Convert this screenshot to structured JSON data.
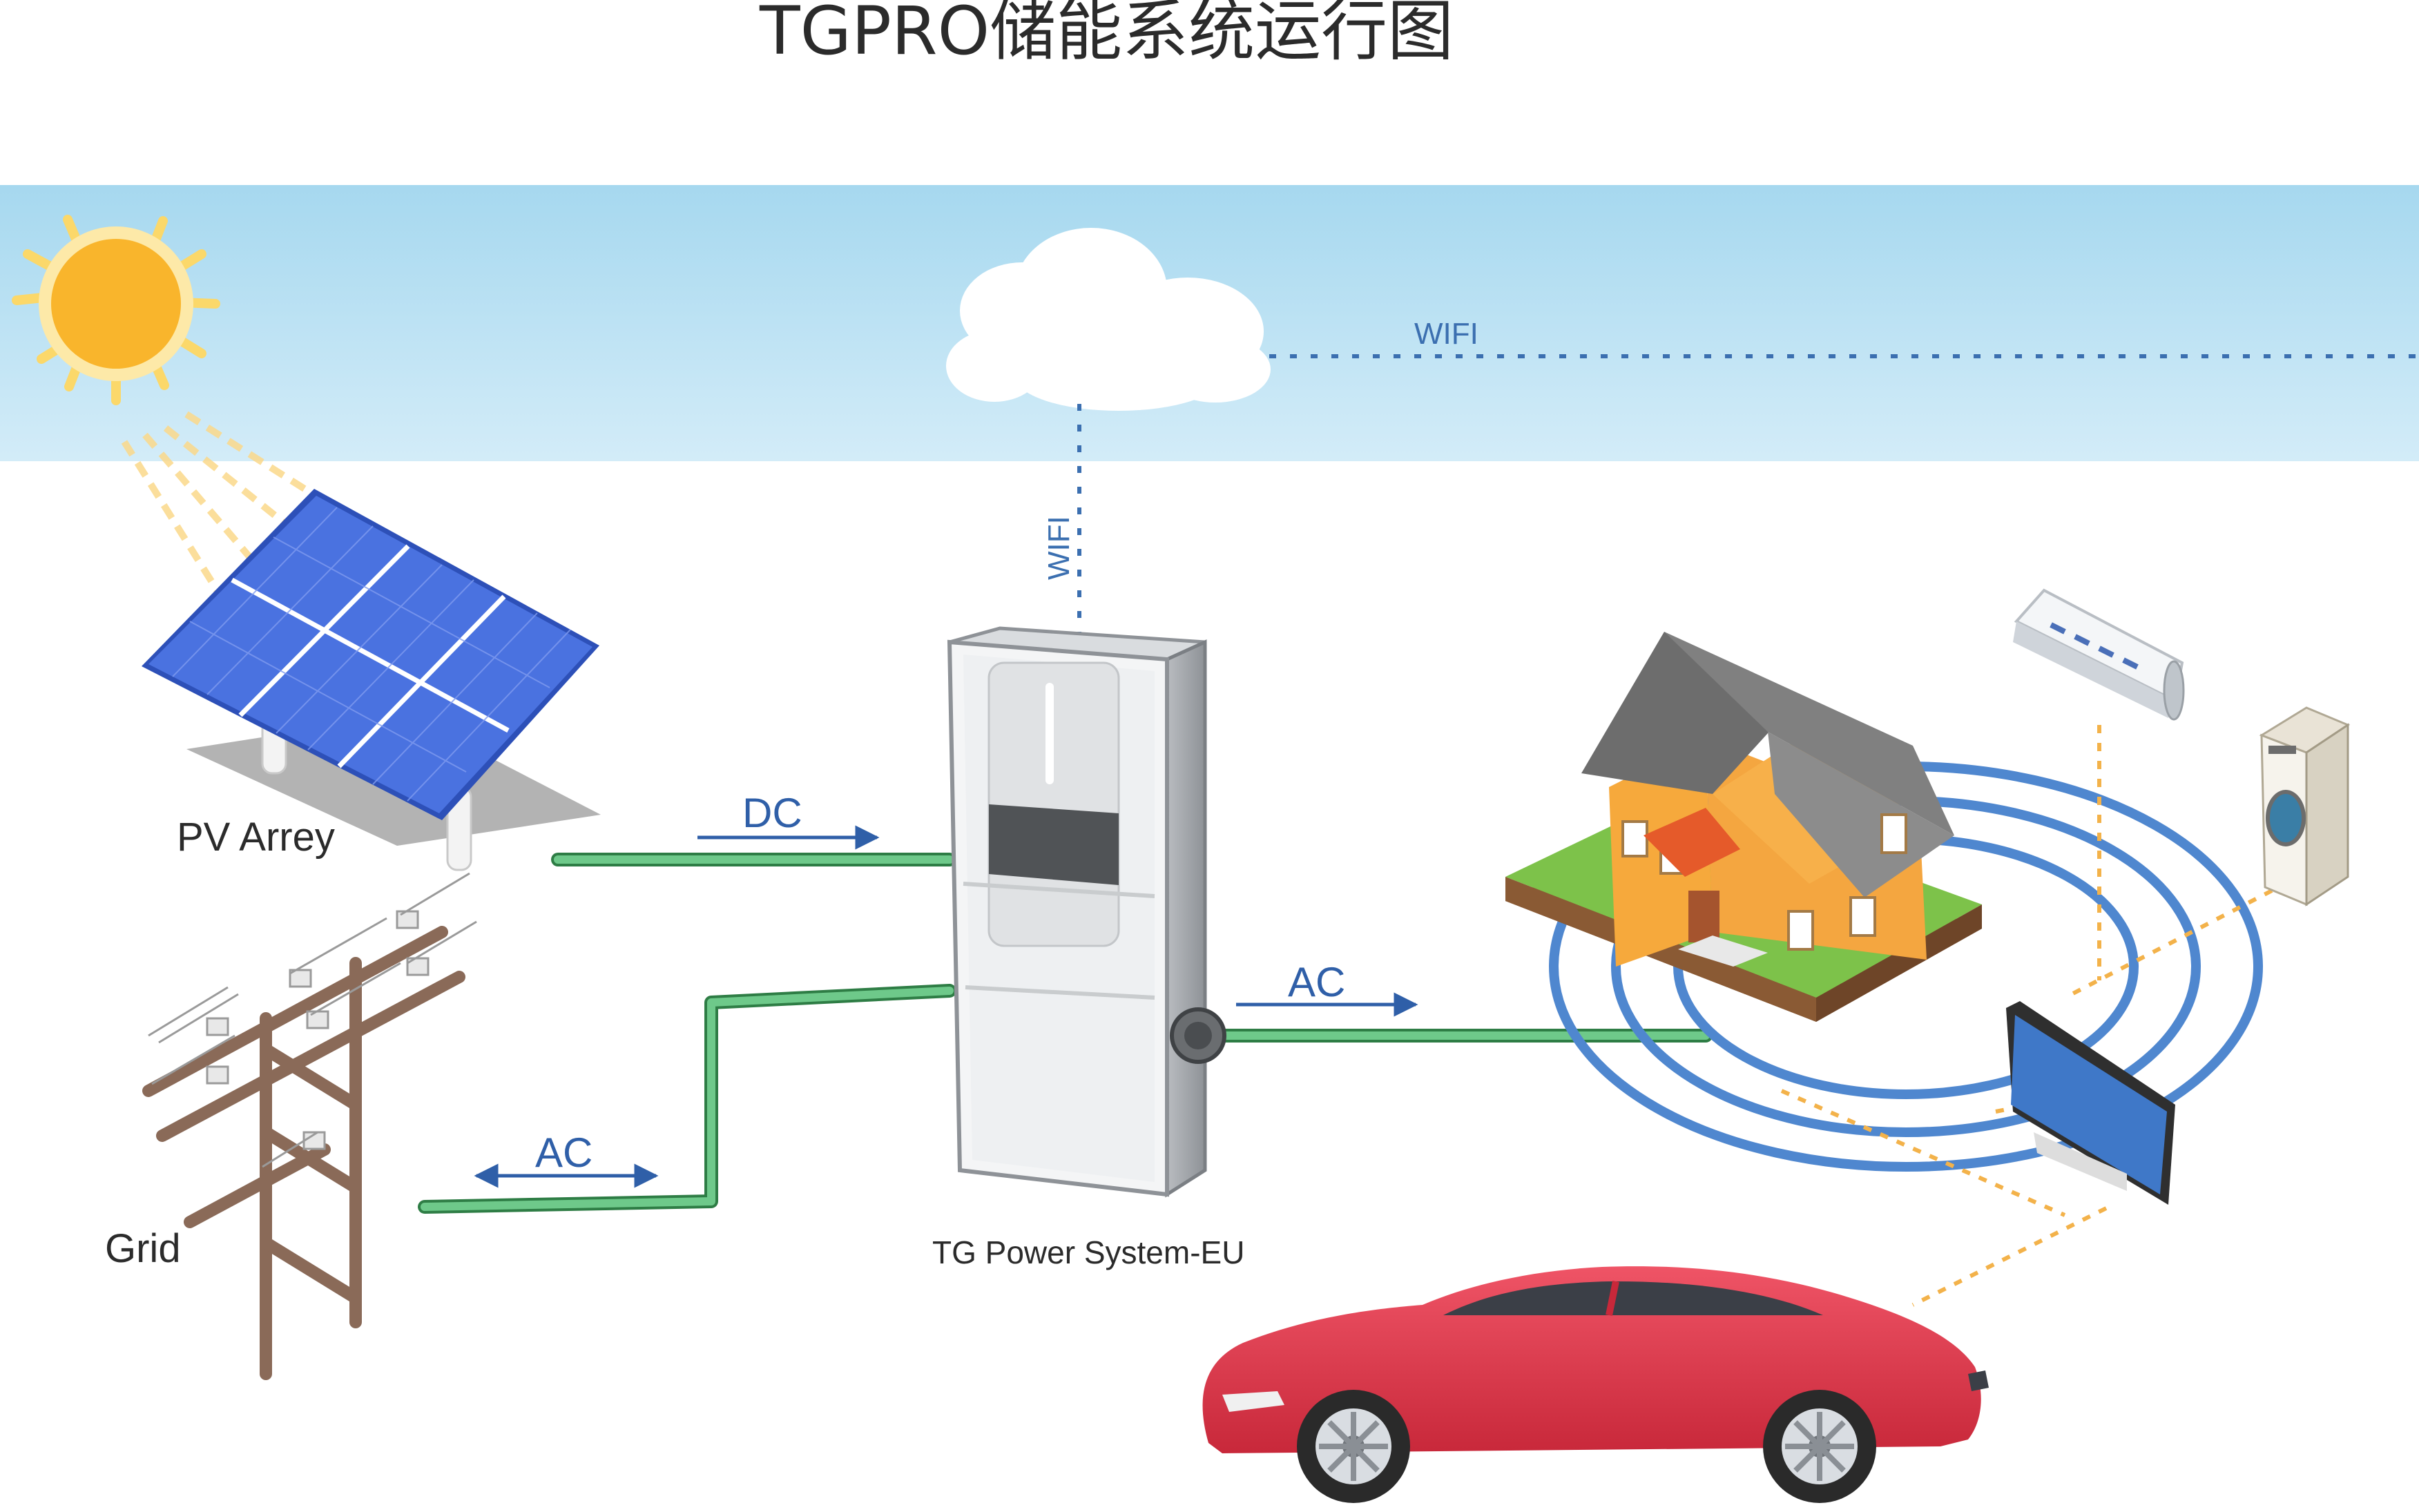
{
  "title": "TGPRO储能系统运行图",
  "labels": {
    "wifi_horizontal": "WIFI",
    "wifi_vertical": "WIFI",
    "dc": "DC",
    "ac_house": "AC",
    "ac_grid": "AC",
    "pv": "PV Arrey",
    "grid": "Grid",
    "system": "TG Power System-EU"
  },
  "icons": [
    "sun-icon",
    "cloud-icon",
    "solar-panel-icon",
    "power-pole-icon",
    "battery-cabinet-icon",
    "house-icon",
    "air-conditioner-icon",
    "washing-machine-icon",
    "tv-icon",
    "car-icon"
  ],
  "colors": {
    "sky_top": "#a9daf0",
    "sky_bottom": "#cfeaf7",
    "cable": "#5dbb7a",
    "cable_edge": "#2e7d45",
    "arrow": "#2f5fa8",
    "wifi_dots": "#3b6fb0",
    "sun": "#f9b52c",
    "car": "#e23e4f",
    "panel": "#3f67d8",
    "rings": "#4f87cf"
  }
}
